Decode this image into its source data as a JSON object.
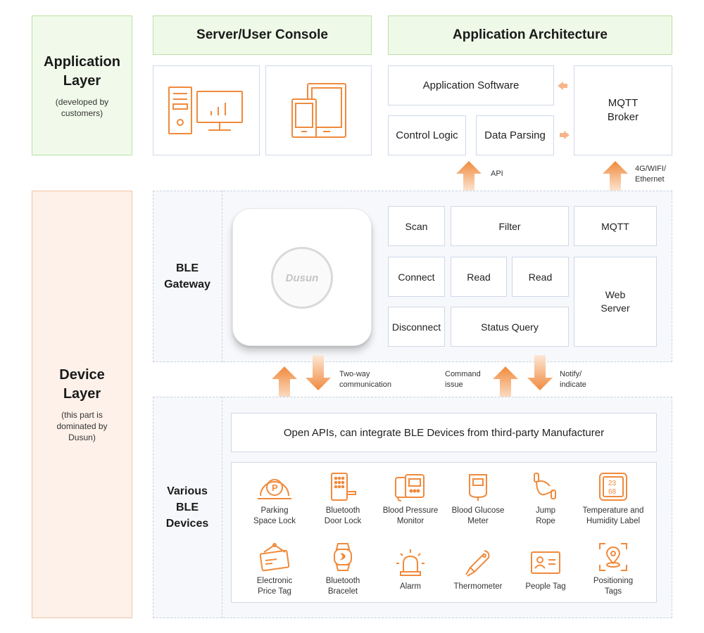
{
  "application_layer": {
    "title_line1": "Application",
    "title_line2": "Layer",
    "subtitle_line1": "(developed by",
    "subtitle_line2": "customers)"
  },
  "device_layer": {
    "title_line1": "Device",
    "title_line2": "Layer",
    "subtitle_line1": "(this part is",
    "subtitle_line2": "dominated by",
    "subtitle_line3": "Dusun)"
  },
  "console": {
    "title": "Server/User Console"
  },
  "architecture": {
    "title": "Application Architecture",
    "application_software": "Application Software",
    "control_logic": "Control Logic",
    "data_parsing": "Data Parsing",
    "mqtt_broker_line1": "MQTT",
    "mqtt_broker_line2": "Broker"
  },
  "links": {
    "api": "API",
    "net_line1": "4G/WIFI/",
    "net_line2": "Ethernet",
    "two_way_line1": "Two-way",
    "two_way_line2": "communication",
    "command_line1": "Command",
    "command_line2": "issue",
    "notify_line1": "Notify/",
    "notify_line2": "indicate"
  },
  "gateway": {
    "label_line1": "BLE",
    "label_line2": "Gateway",
    "brand": "Dusun",
    "functions": {
      "scan": "Scan",
      "filter": "Filter",
      "mqtt": "MQTT",
      "connect": "Connect",
      "read1": "Read",
      "read2": "Read",
      "web_line1": "Web",
      "web_line2": "Server",
      "disconnect": "Disconnect",
      "status_query": "Status Query"
    }
  },
  "devices": {
    "label_line1": "Various",
    "label_line2": "BLE",
    "label_line3": "Devices",
    "open_api": "Open APIs, can integrate BLE Devices from third-party Manufacturer",
    "items": [
      {
        "line1": "Parking",
        "line2": "Space Lock",
        "icon": "parking-lock-icon"
      },
      {
        "line1": "Bluetooth",
        "line2": "Door Lock",
        "icon": "door-lock-icon"
      },
      {
        "line1": "Blood Pressure",
        "line2": "Monitor",
        "icon": "blood-pressure-icon"
      },
      {
        "line1": "Blood Glucose",
        "line2": "Meter",
        "icon": "glucose-meter-icon"
      },
      {
        "line1": "Jump",
        "line2": "Rope",
        "icon": "jump-rope-icon"
      },
      {
        "line1": "Temperature and",
        "line2": "Humidity Label",
        "icon": "temp-humidity-icon",
        "temp": "23",
        "hum": "68"
      },
      {
        "line1": "Electronic",
        "line2": "Price Tag",
        "icon": "price-tag-icon"
      },
      {
        "line1": "Bluetooth",
        "line2": "Bracelet",
        "icon": "bracelet-icon"
      },
      {
        "line1": "Alarm",
        "line2": "",
        "icon": "alarm-icon"
      },
      {
        "line1": "Thermometer",
        "line2": "",
        "icon": "thermometer-icon"
      },
      {
        "line1": "People Tag",
        "line2": "",
        "icon": "people-tag-icon"
      },
      {
        "line1": "Positioning",
        "line2": "Tags",
        "icon": "positioning-tag-icon"
      }
    ]
  },
  "colors": {
    "accent": "#f08a3c",
    "arrow_light": "#fde3cf",
    "green_fill": "#f1faea",
    "orange_fill": "#fdf1ea"
  }
}
